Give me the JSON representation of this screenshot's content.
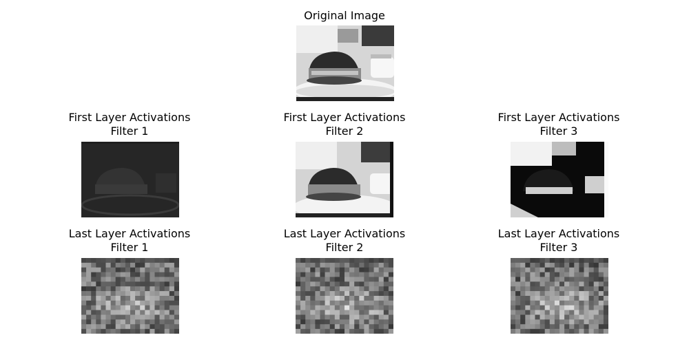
{
  "figure": {
    "original": {
      "title": "Original Image"
    },
    "first_layer": [
      {
        "title_line1": "First Layer Activations",
        "title_line2": "Filter 1"
      },
      {
        "title_line1": "First Layer Activations",
        "title_line2": "Filter 2"
      },
      {
        "title_line1": "First Layer Activations",
        "title_line2": "Filter 3"
      }
    ],
    "last_layer": [
      {
        "title_line1": "Last Layer Activations",
        "title_line2": "Filter 1"
      },
      {
        "title_line1": "Last Layer Activations",
        "title_line2": "Filter 2"
      },
      {
        "title_line1": "Last Layer Activations",
        "title_line2": "Filter 3"
      }
    ]
  }
}
